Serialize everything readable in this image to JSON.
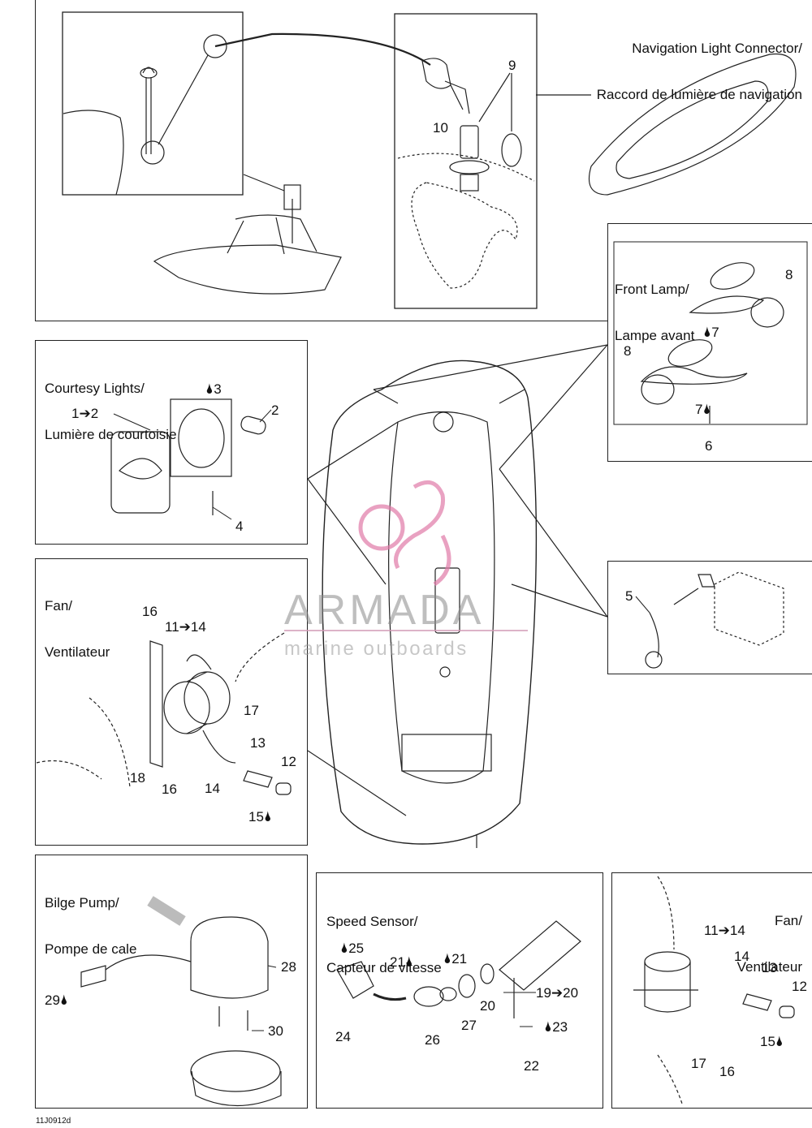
{
  "panels": {
    "nav": {
      "title1": "Navigation Light Connector/",
      "title2": "Raccord de lumière de navigation"
    },
    "front": {
      "title1": "Front Lamp/",
      "title2": "Lampe avant"
    },
    "courtesy": {
      "title1": "Courtesy Lights/",
      "title2": "Lumière de courtoisie"
    },
    "fan_left": {
      "title1": "Fan/",
      "title2": "Ventilateur"
    },
    "bilge": {
      "title1": "Bilge Pump/",
      "title2": "Pompe de cale"
    },
    "speed": {
      "title1": "Speed Sensor/",
      "title2": "Capteur de vitesse"
    },
    "fan_right": {
      "title1": "Fan/",
      "title2": "Ventilateur"
    }
  },
  "callouts": {
    "nav_9": "9",
    "nav_10": "10",
    "front_8a": "8",
    "front_7a": "7",
    "front_8b": "8",
    "front_7b": "7",
    "front_6": "6",
    "court_1to2": "1➔2",
    "court_3": "3",
    "court_2": "2",
    "court_4": "4",
    "pump_5": "5",
    "fanl_16a": "16",
    "fanl_11to14": "11➔14",
    "fanl_17": "17",
    "fanl_13": "13",
    "fanl_12": "12",
    "fanl_18": "18",
    "fanl_16b": "16",
    "fanl_14": "14",
    "fanl_15": "15",
    "bilge_28": "28",
    "bilge_29": "29",
    "bilge_30": "30",
    "spd_25": "25",
    "spd_21a": "21",
    "spd_21b": "21",
    "spd_19to20": "19➔20",
    "spd_20": "20",
    "spd_27": "27",
    "spd_23": "23",
    "spd_24": "24",
    "spd_26": "26",
    "spd_22": "22",
    "fanr_11to14": "11➔14",
    "fanr_14": "14",
    "fanr_13": "13",
    "fanr_12": "12",
    "fanr_15": "15",
    "fanr_17": "17",
    "fanr_16": "16"
  },
  "watermark": {
    "brand": "ARMADA",
    "tagline": "marine outboards"
  },
  "figure_code": "11J0912d",
  "colors": {
    "line": "#222222",
    "watermark_pink": "#e07aa8",
    "watermark_grey": "#8a8a8a"
  }
}
